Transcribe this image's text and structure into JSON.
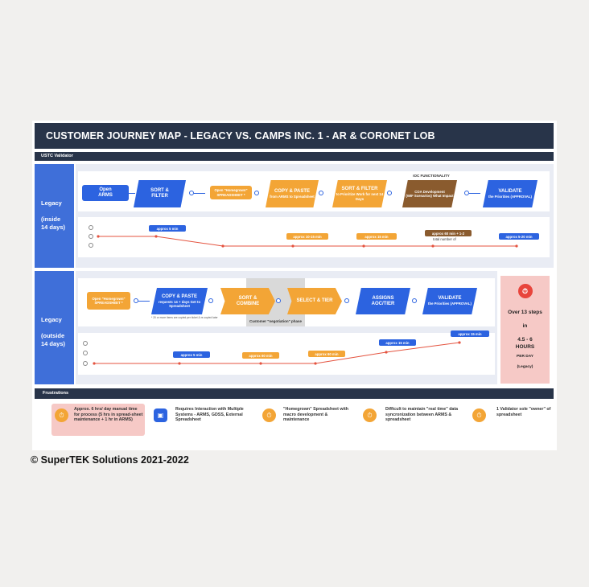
{
  "title": "CUSTOMER JOURNEY MAP - LEGACY VS. CAMPS INC. 1 - AR & CORONET LOB",
  "validator_bar": "USTC Validator",
  "legacy_inside": {
    "label": "Legacy\n\n(inside\n14 days)",
    "steps": [
      {
        "title": "Open",
        "sub": "ARMS"
      },
      {
        "title": "SORT &",
        "sub": "FILTER"
      },
      {
        "title": "Open \"Homegrown\"",
        "sub": "SPREADSHEET *"
      },
      {
        "title": "COPY & PASTE",
        "sub": "from ARMS to Spreadsheet"
      },
      {
        "title": "SORT & FILTER",
        "sub": "to Prioritize Work for next 14 Days"
      },
      {
        "title": "COA Development",
        "sub": "(WIF Scenarios) What Impact"
      },
      {
        "title": "VALIDATE",
        "sub": "the Priorities (APPROVAL)"
      }
    ],
    "ioc_label": "IOC FUNCTIONALITY",
    "times": [
      "approx 5 min",
      "approx 10-15 min",
      "approx 15 min",
      "approx 60 min + 1-2",
      "total number of",
      "approx 5-20 min"
    ]
  },
  "legacy_outside": {
    "label": "Legacy\n\n(outside\n14 days)",
    "steps": [
      {
        "title": "Open \"Homegrown\"",
        "sub": "SPREADSHEET *"
      },
      {
        "title": "COPY & PASTE",
        "sub": "requests 14 + days Get to Spreadsheet"
      },
      {
        "title": "SORT &",
        "sub": "COMBINE"
      },
      {
        "title": "SELECT & TIER",
        "sub": ""
      },
      {
        "title": "ASSIGNS",
        "sub": "AOC/TIER"
      },
      {
        "title": "VALIDATE",
        "sub": "the Priorities (APPROVAL)"
      }
    ],
    "note": "* 20 or more items are copied per ticket & re-copied later",
    "negotiation": "Customer \"negotiation\" phase",
    "times": [
      "approx 5 min",
      "approx 60 min",
      "approx 60 min",
      "approx 15 min",
      "approx 15 min"
    ]
  },
  "summary": {
    "line1": "Over 13 steps",
    "line2": "in",
    "line3": "4.5 - 6",
    "line4": "HOURS",
    "line5": "PER DAY",
    "line6": "(Legacy)"
  },
  "frustrations_bar": "Frustrations",
  "frustrations": [
    {
      "icon": "stopwatch-icon",
      "text": "Approx. 6 hrs/ day manual time for process (5 hrs in spread-sheet maintenance + 1 hr in ARMS)"
    },
    {
      "icon": "system-icon",
      "text": "Requires Interaction with Multiple Systems - ARMS, GDSS, External Spreadsheet"
    },
    {
      "icon": "stopwatch-icon",
      "text": "\"Homegrown\" Spreadsheet with macro development & maintenance"
    },
    {
      "icon": "stopwatch-icon",
      "text": "Difficult to maintain \"real time\" data syncronization between ARMS & spreadsheet"
    },
    {
      "icon": "stopwatch-icon",
      "text": "1 Validator sole \"owner\" of spreadsheet"
    }
  ],
  "copyright": "© SuperTEK Solutions 2021-2022",
  "colors": {
    "navy": "#283449",
    "blue": "#2c63e0",
    "orange": "#f3a536",
    "brown": "#8a5b2e",
    "pink": "#f6c9c6",
    "red": "#e8453c"
  }
}
